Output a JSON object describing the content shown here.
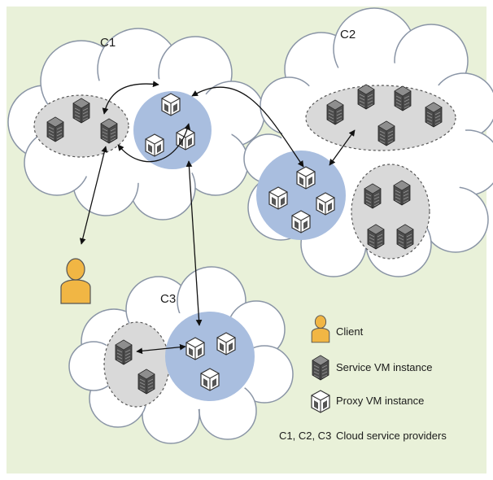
{
  "clouds": {
    "c1": {
      "label": "C1"
    },
    "c2": {
      "label": "C2"
    },
    "c3": {
      "label": "C3"
    }
  },
  "legend": {
    "client": "Client",
    "service": "Service VM instance",
    "proxy": "Proxy VM instance",
    "providers_key": "C1, C2, C3",
    "providers": "Cloud service  providers"
  },
  "colors": {
    "background": "#e9f1d9",
    "cloud_fill": "#ffffff",
    "cloud_stroke": "#8a95a6",
    "proxy_group": "#a9bedf",
    "service_group": "#d9d9d9",
    "client": "#f1b644"
  }
}
